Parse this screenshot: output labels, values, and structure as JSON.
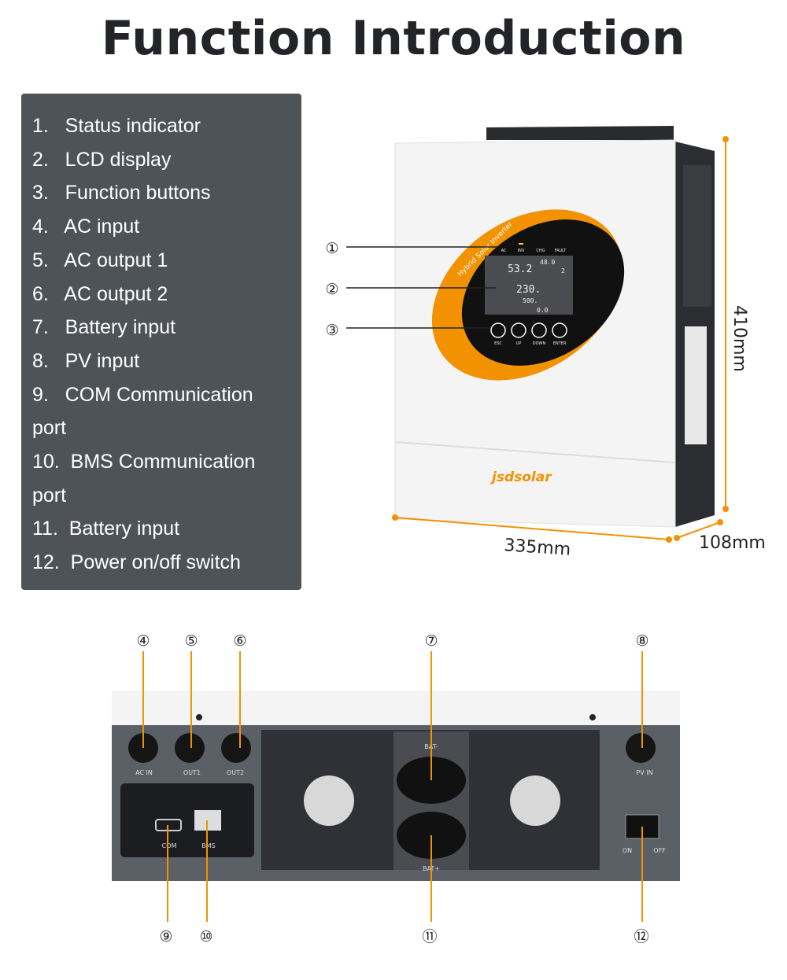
{
  "title": "Function Introduction",
  "features": [
    "1.   Status indicator",
    "2.   LCD display",
    "3.   Function buttons",
    "4.   AC input",
    "5.   AC output 1",
    "6.   AC output 2",
    "7.   Battery input",
    "8.   PV input",
    "9.   COM Communication\nport",
    "10.  BMS Communication\nport",
    "11.  Battery input",
    "12.  Power on/off switch"
  ],
  "front": {
    "panel_text": "Hybrid Solar Inverter",
    "brand": "jsdsolar",
    "indicators": [
      "AC",
      "INV",
      "CHG",
      "FAULT"
    ],
    "lcd": {
      "top": "53.2",
      "top_right": "48.0",
      "small": "2",
      "mid": "230.",
      "low": "500.",
      "bottom": "0.0"
    },
    "buttons": [
      "ESC",
      "UP",
      "DOWN",
      "ENTER"
    ],
    "callouts": [
      "①",
      "②",
      "③"
    ]
  },
  "dimensions": {
    "width": "335mm",
    "height": "410mm",
    "depth": "108mm"
  },
  "back": {
    "ports": [
      "AC IN",
      "OUT1",
      "OUT2",
      "PV IN",
      "COM",
      "BMS",
      "BAT-",
      "BAT+",
      "ON",
      "OFF"
    ],
    "callouts": [
      "④",
      "⑤",
      "⑥",
      "⑦",
      "⑧",
      "⑨",
      "⑩",
      "⑪",
      "⑫"
    ]
  },
  "colors": {
    "accent": "#f39200",
    "box": "#4e5358",
    "device_dark": "#2b2d31",
    "device_gray": "#5b5f66"
  }
}
